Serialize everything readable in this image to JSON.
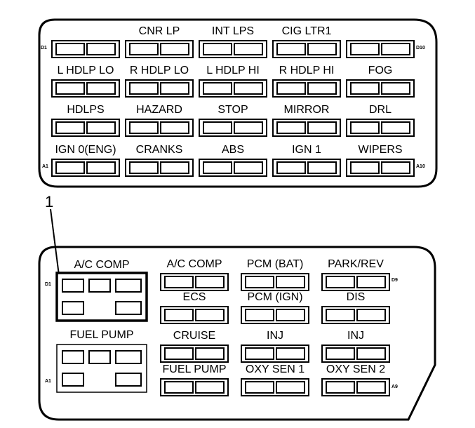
{
  "top_panel": {
    "rows": [
      [
        "",
        "CNR LP",
        "INT LPS",
        "CIG LTR1",
        ""
      ],
      [
        "L HDLP LO",
        "R HDLP LO",
        "L HDLP HI",
        "R HDLP HI",
        "FOG"
      ],
      [
        "HDLPS",
        "HAZARD",
        "STOP",
        "MIRROR",
        "DRL"
      ],
      [
        "IGN 0(ENG)",
        "CRANKS",
        "ABS",
        "IGN 1",
        "WIPERS"
      ]
    ],
    "corner_labels": {
      "top_left": "D1",
      "top_right": "D10",
      "bottom_left": "A1",
      "bottom_right": "A10"
    }
  },
  "callout": {
    "number": "1"
  },
  "bottom_panel": {
    "relays": [
      {
        "label": "A/C COMP",
        "corner": "D1"
      },
      {
        "label": "FUEL PUMP",
        "corner": "A1"
      }
    ],
    "fuse_labels": [
      [
        "A/C COMP",
        "PCM (BAT)",
        "PARK/REV"
      ],
      [
        "ECS",
        "PCM (IGN)",
        "DIS"
      ],
      [
        "CRUISE",
        "INJ",
        "INJ"
      ],
      [
        "FUEL PUMP",
        "OXY SEN 1",
        "OXY SEN 2"
      ]
    ],
    "corner_labels": {
      "top_right": "D9",
      "bottom_right": "A9"
    }
  }
}
